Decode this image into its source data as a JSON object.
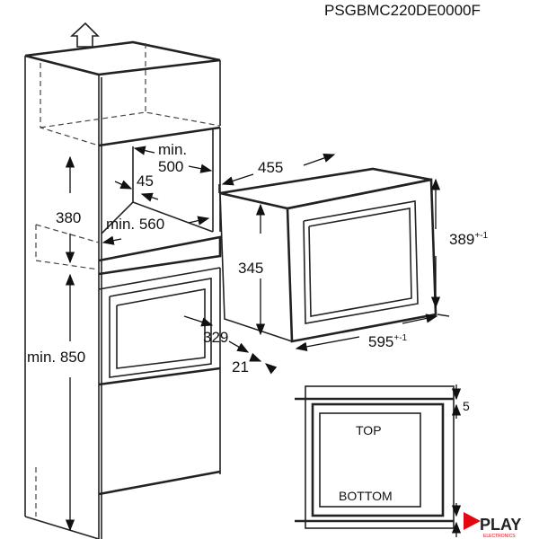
{
  "model_code": "PSGBMC220DE0000F",
  "dimensions": {
    "niche_depth_label": "min.",
    "niche_depth_value": "500",
    "vent_gap": "45",
    "niche_height": "380",
    "niche_width": "min. 560",
    "cabinet_height": "min. 850",
    "appliance_depth": "455",
    "appliance_height": "389",
    "appliance_height_tolerance": "+-1",
    "body_height": "345",
    "door_offset": "329",
    "front_thickness": "21",
    "appliance_width": "595",
    "appliance_width_tolerance": "+-1",
    "gap": "5"
  },
  "section_labels": {
    "top": "TOP",
    "bottom": "BOTTOM"
  },
  "logo": {
    "text": "PLAY",
    "subtext": "ELECTRONICS",
    "color": "#e30613"
  }
}
